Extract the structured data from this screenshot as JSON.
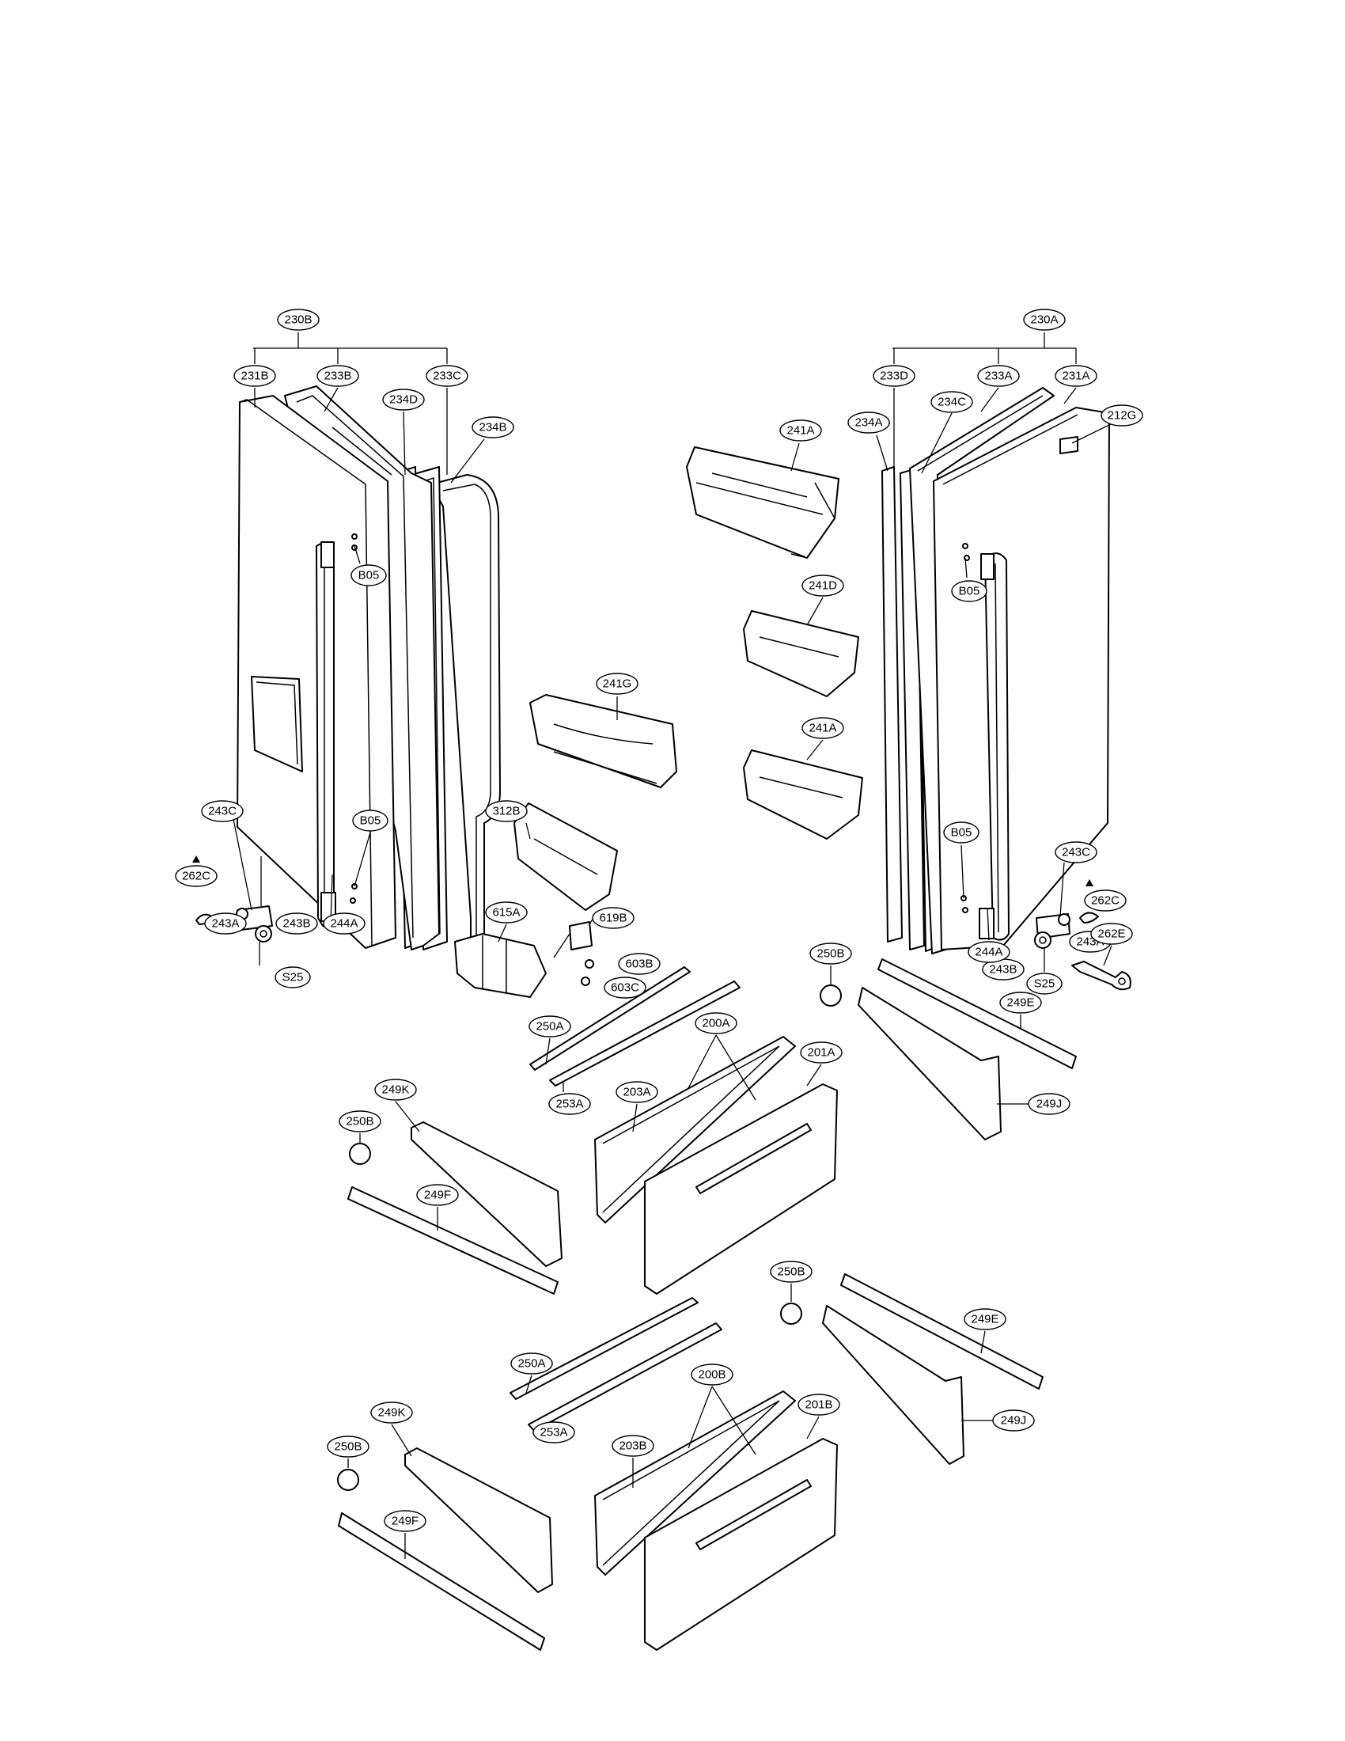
{
  "diagram": {
    "callouts": [
      {
        "id": "c230B",
        "label": "230B"
      },
      {
        "id": "c231B",
        "label": "231B"
      },
      {
        "id": "c233B",
        "label": "233B"
      },
      {
        "id": "c233C",
        "label": "233C"
      },
      {
        "id": "c234D",
        "label": "234D"
      },
      {
        "id": "c234B",
        "label": "234B"
      },
      {
        "id": "cB05a",
        "label": "B05"
      },
      {
        "id": "cB05b",
        "label": "B05"
      },
      {
        "id": "c243Cl",
        "label": "243C"
      },
      {
        "id": "c262Cl",
        "label": "262C"
      },
      {
        "id": "c243Al",
        "label": "243A"
      },
      {
        "id": "c243Bl",
        "label": "243B"
      },
      {
        "id": "c244Al",
        "label": "244A"
      },
      {
        "id": "cS25l",
        "label": "S25"
      },
      {
        "id": "c230A",
        "label": "230A"
      },
      {
        "id": "c233D",
        "label": "233D"
      },
      {
        "id": "c233A",
        "label": "233A"
      },
      {
        "id": "c231A",
        "label": "231A"
      },
      {
        "id": "c234C",
        "label": "234C"
      },
      {
        "id": "c234A",
        "label": "234A"
      },
      {
        "id": "c212G",
        "label": "212G"
      },
      {
        "id": "c241A1",
        "label": "241A"
      },
      {
        "id": "c241D",
        "label": "241D"
      },
      {
        "id": "c241A2",
        "label": "241A"
      },
      {
        "id": "c241G",
        "label": "241G"
      },
      {
        "id": "cB05c",
        "label": "B05"
      },
      {
        "id": "cB05d",
        "label": "B05"
      },
      {
        "id": "c243Cr",
        "label": "243C"
      },
      {
        "id": "c262Cr",
        "label": "262C"
      },
      {
        "id": "c243Ar",
        "label": "243A"
      },
      {
        "id": "c243Br",
        "label": "243B"
      },
      {
        "id": "c244Ar",
        "label": "244A"
      },
      {
        "id": "cS25r",
        "label": "S25"
      },
      {
        "id": "c262E",
        "label": "262E"
      },
      {
        "id": "c312B",
        "label": "312B"
      },
      {
        "id": "c615A",
        "label": "615A"
      },
      {
        "id": "c619B",
        "label": "619B"
      },
      {
        "id": "c603B",
        "label": "603B"
      },
      {
        "id": "c603C",
        "label": "603C"
      },
      {
        "id": "c250A1",
        "label": "250A"
      },
      {
        "id": "c253A1",
        "label": "253A"
      },
      {
        "id": "c200A",
        "label": "200A"
      },
      {
        "id": "c201A",
        "label": "201A"
      },
      {
        "id": "c203A",
        "label": "203A"
      },
      {
        "id": "c250B1",
        "label": "250B"
      },
      {
        "id": "c249E1",
        "label": "249E"
      },
      {
        "id": "c249J1",
        "label": "249J"
      },
      {
        "id": "c250B2",
        "label": "250B"
      },
      {
        "id": "c249K1",
        "label": "249K"
      },
      {
        "id": "c249F1",
        "label": "249F"
      },
      {
        "id": "c250B3",
        "label": "250B"
      },
      {
        "id": "c249E2",
        "label": "249E"
      },
      {
        "id": "c249J2",
        "label": "249J"
      },
      {
        "id": "c250A2",
        "label": "250A"
      },
      {
        "id": "c253A2",
        "label": "253A"
      },
      {
        "id": "c200B",
        "label": "200B"
      },
      {
        "id": "c201B",
        "label": "201B"
      },
      {
        "id": "c203B",
        "label": "203B"
      },
      {
        "id": "c250B4",
        "label": "250B"
      },
      {
        "id": "c249K2",
        "label": "249K"
      },
      {
        "id": "c249F2",
        "label": "249F"
      }
    ]
  }
}
